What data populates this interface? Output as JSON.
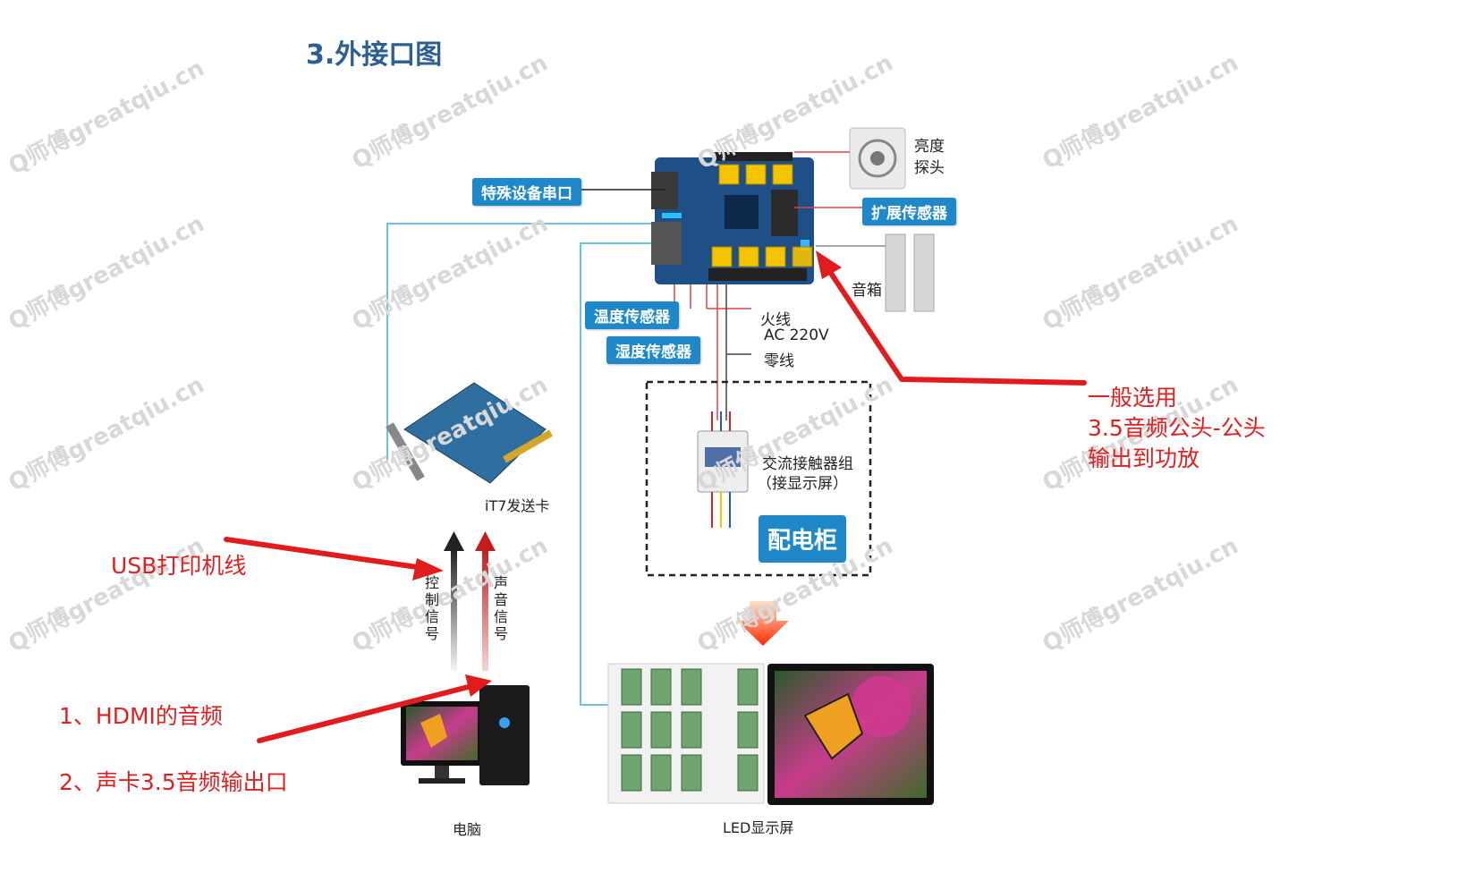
{
  "title": "3.外接口图",
  "watermark": "Q师傅greatqiu.cn",
  "controller": {
    "serial_port_label": "特殊设备串口",
    "brightness_probe_label": "亮度\n探头",
    "ext_sensor_label": "扩展传感器",
    "speaker_label": "音箱",
    "temp_sensor_label": "温度传感器",
    "humidity_sensor_label": "湿度传感器",
    "live_wire_label": "火线",
    "ac_label": "AC 220V",
    "neutral_label": "零线"
  },
  "cabinet": {
    "contactor_label": "交流接触器组",
    "contactor_sub_label": "（接显示屏）",
    "cabinet_label": "配电柜"
  },
  "sender_card_label": "iT7发送卡",
  "control_signal_label": "控制信号",
  "audio_signal_label": "声音信号",
  "computer_label": "电脑",
  "led_screen_label": "LED显示屏",
  "annotations": {
    "usb": "USB打印机线",
    "hdmi": "1、HDMI的音频",
    "soundcard": "2、声卡3.5音频输出口",
    "audio_out": "一般选用\n3.5音频公头-公头\n输出到功放"
  },
  "colors": {
    "title": "#2d5f93",
    "label_bg": "#1e88c9",
    "annotation": "#e02020",
    "cable": "#6cc3d8",
    "pcb": "#1e4f86",
    "relay": "#f5c400"
  }
}
